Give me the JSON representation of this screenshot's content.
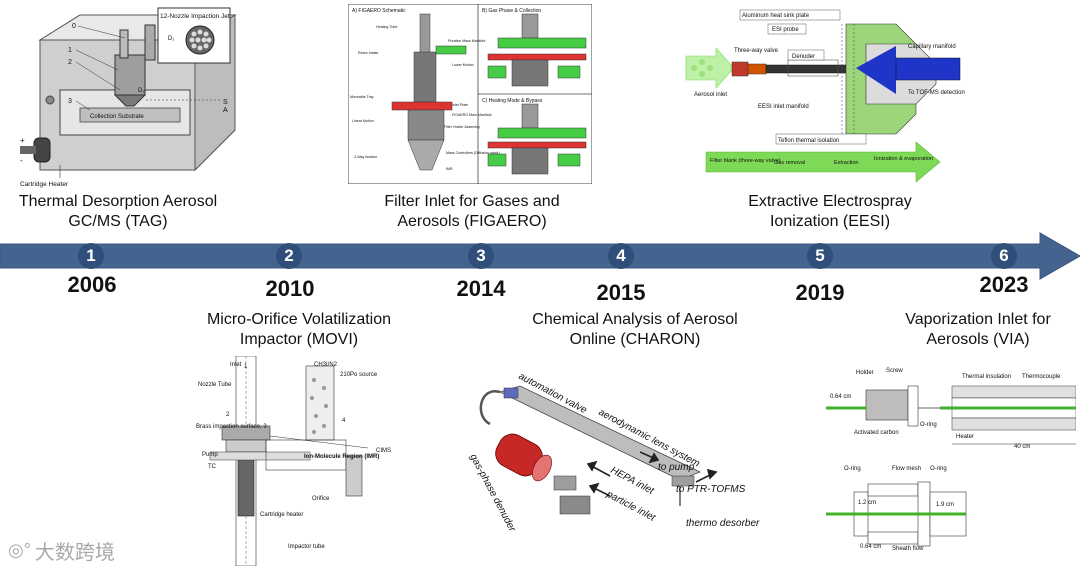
{
  "colors": {
    "arrow": "#44648f",
    "badge": "#2f4f7a",
    "red": "#c0392b",
    "green": "#43b02a",
    "lightgreen": "#7ed957",
    "blue": "#1f35c8",
    "gray": "#9a9a9a"
  },
  "milestones": [
    {
      "number": "1",
      "year": "2006",
      "name": "Thermal Desorption Aerosol GC/MS (TAG)"
    },
    {
      "number": "2",
      "year": "2010",
      "name": "Micro-Orifice Volatilization Impactor (MOVI)"
    },
    {
      "number": "3",
      "year": "2014",
      "name": "Filter Inlet for Gases and Aerosols (FIGAERO)"
    },
    {
      "number": "4",
      "year": "2015",
      "name": "Chemical Analysis of Aerosol Online (CHARON)"
    },
    {
      "number": "5",
      "year": "2019",
      "name": "Extractive Electrospray Ionization (EESI)"
    },
    {
      "number": "6",
      "year": "2023",
      "name": "Vaporization Inlet for Aerosols (VIA)"
    }
  ],
  "tag_fig": {
    "nozzle_label": "12-Nozzle Impaction Jet",
    "labels": [
      "0",
      "1",
      "2",
      "3"
    ],
    "substrate": "Collection Substrate",
    "heater": "Cartridge Heater",
    "d1": "D₁",
    "d2": "D₂",
    "s": "S",
    "a": "A",
    "plus": "+",
    "minus": "-"
  },
  "figaero_fig": {
    "panel_a": "A) FIGAERO Schematic",
    "panel_b": "B) Gas Phase & Collection",
    "panel_c": "C) Heating Mode & Bypass",
    "labels": [
      "Heating Tube",
      "Ream Intake",
      "Purative Mass Manifold",
      "Lower Motion",
      "Moveable Tray",
      "Inlet Plate",
      "FIGAERO Main Manifold",
      "Filter Holder Assembly",
      "Linear Motion",
      "Mass Controllers (Diffusion stack)",
      "IMR",
      "3-Way Isolator"
    ]
  },
  "eesi_fig": {
    "labels": {
      "heatsink": "Aluminum heat sink plate",
      "esi": "ESI probe",
      "valve": "Three-way valve",
      "denuder": "Denuder",
      "capillary": "Capillary manifold",
      "inlet": "Aerosol inlet",
      "manifold": "EESI inlet manifold",
      "tof": "To TOF-MS detection",
      "teflon": "Teflon thermal isolation"
    },
    "stages": [
      "Filter blank (three-way valve)",
      "Gas removal",
      "Extraction",
      "Ionization & evaporation"
    ]
  },
  "movi_fig": {
    "labels": {
      "inlet": "Inlet",
      "nozzle": "Nozzle Tube",
      "brass": "Brass impaction surface, 3",
      "pump": "Pump",
      "tc": "TC",
      "orifice": "Orifice",
      "cartridge": "Cartridge heater",
      "impactor": "Impactor tube",
      "source": "CH3I/N2",
      "po": "210Po source",
      "imr": "Ion-Molecule Region (IMR)",
      "cims": "CIMS",
      "n1": "1",
      "n2": "2",
      "n4": "4"
    }
  },
  "charon_fig": {
    "labels": {
      "automation": "automation valve",
      "lens": "aerodynamic lens system",
      "pump": "to pump",
      "ptr": "to PTR-TOFMS",
      "hepa": "HEPA inlet",
      "particle": "particle inlet",
      "denuder": "gas-phase denuder",
      "thermo": "thermo desorber"
    }
  },
  "via_fig": {
    "labels": {
      "holder": "Holder",
      "screw": "Screw",
      "dim1": "0.64 cm",
      "oring": "O-ring",
      "carbon": "Activated carbon",
      "insulation": "Thermal insulation",
      "thermocouple": "Thermocouple",
      "heater": "Heater",
      "length": "40 cm",
      "oring2": "O-ring",
      "mesh": "Flow mesh",
      "oring3": "O-ring",
      "dim2": "1.2 cm",
      "dim3": "1.9 cm",
      "dim4": "0.64 cm",
      "sheath": "Sheath flow"
    }
  },
  "watermark": "大数跨境"
}
